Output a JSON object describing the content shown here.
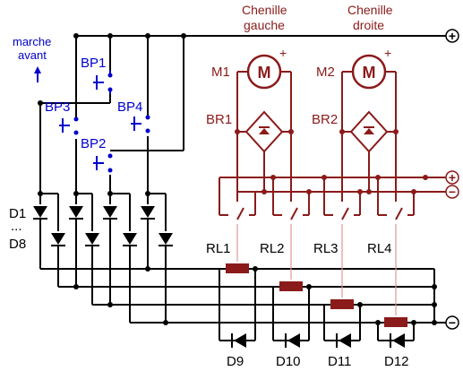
{
  "labels": {
    "forward_line1": "marche",
    "forward_line2": "avant",
    "bp1": "BP1",
    "bp2": "BP2",
    "bp3": "BP3",
    "bp4": "BP4",
    "d1": "D1",
    "dots": "...",
    "d8": "D8",
    "left_track_line1": "Chenille",
    "left_track_line2": "gauche",
    "right_track_line1": "Chenille",
    "right_track_line2": "droite",
    "m1": "M1",
    "m2": "M2",
    "motor_letter_1": "M",
    "motor_letter_2": "M",
    "br1": "BR1",
    "br2": "BR2",
    "rl1": "RL1",
    "rl2": "RL2",
    "rl3": "RL3",
    "rl4": "RL4",
    "d9": "D9",
    "d10": "D10",
    "d11": "D11",
    "d12": "D12",
    "plus_top": "+",
    "plus_mid": "+",
    "minus_mid": "−",
    "minus_bottom": "−",
    "motor_plus_1": "+",
    "motor_plus_2": "+"
  },
  "colors": {
    "control_wiring": "#000000",
    "pushbuttons": "#0000cc",
    "power_circuit": "#8b1a1a"
  }
}
